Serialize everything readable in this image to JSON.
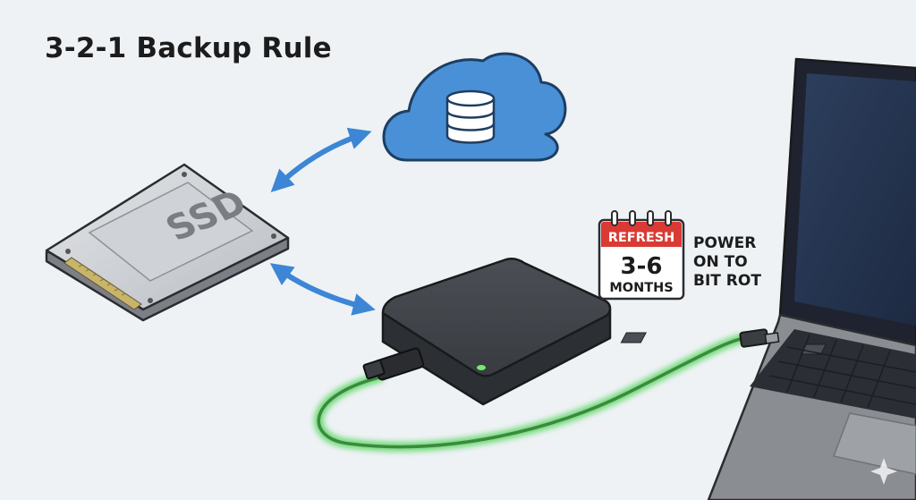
{
  "title": "3-2-1 Backup Rule",
  "ssd_label": "SSD",
  "calendar": {
    "header": "REFRESH",
    "value": "3-6",
    "unit": "MONTHS"
  },
  "power_note": [
    "POWER",
    "ON TO",
    "BIT ROT"
  ],
  "colors": {
    "background": "#eef2f5",
    "cloud": "#4a90d6",
    "arrow": "#3d86d6",
    "calendar_header": "#d93a33",
    "cable_glow": "#59d65e",
    "status_led": "#6ef06a",
    "drive_body": "#3a3d42",
    "laptop_body": "#8a8d92",
    "laptop_screen": "#24344f"
  },
  "icons": [
    "cloud-database-icon",
    "ssd-drive-icon",
    "external-drive-icon",
    "usb-cable-icon",
    "calendar-icon",
    "laptop-icon",
    "sparkle-icon"
  ]
}
